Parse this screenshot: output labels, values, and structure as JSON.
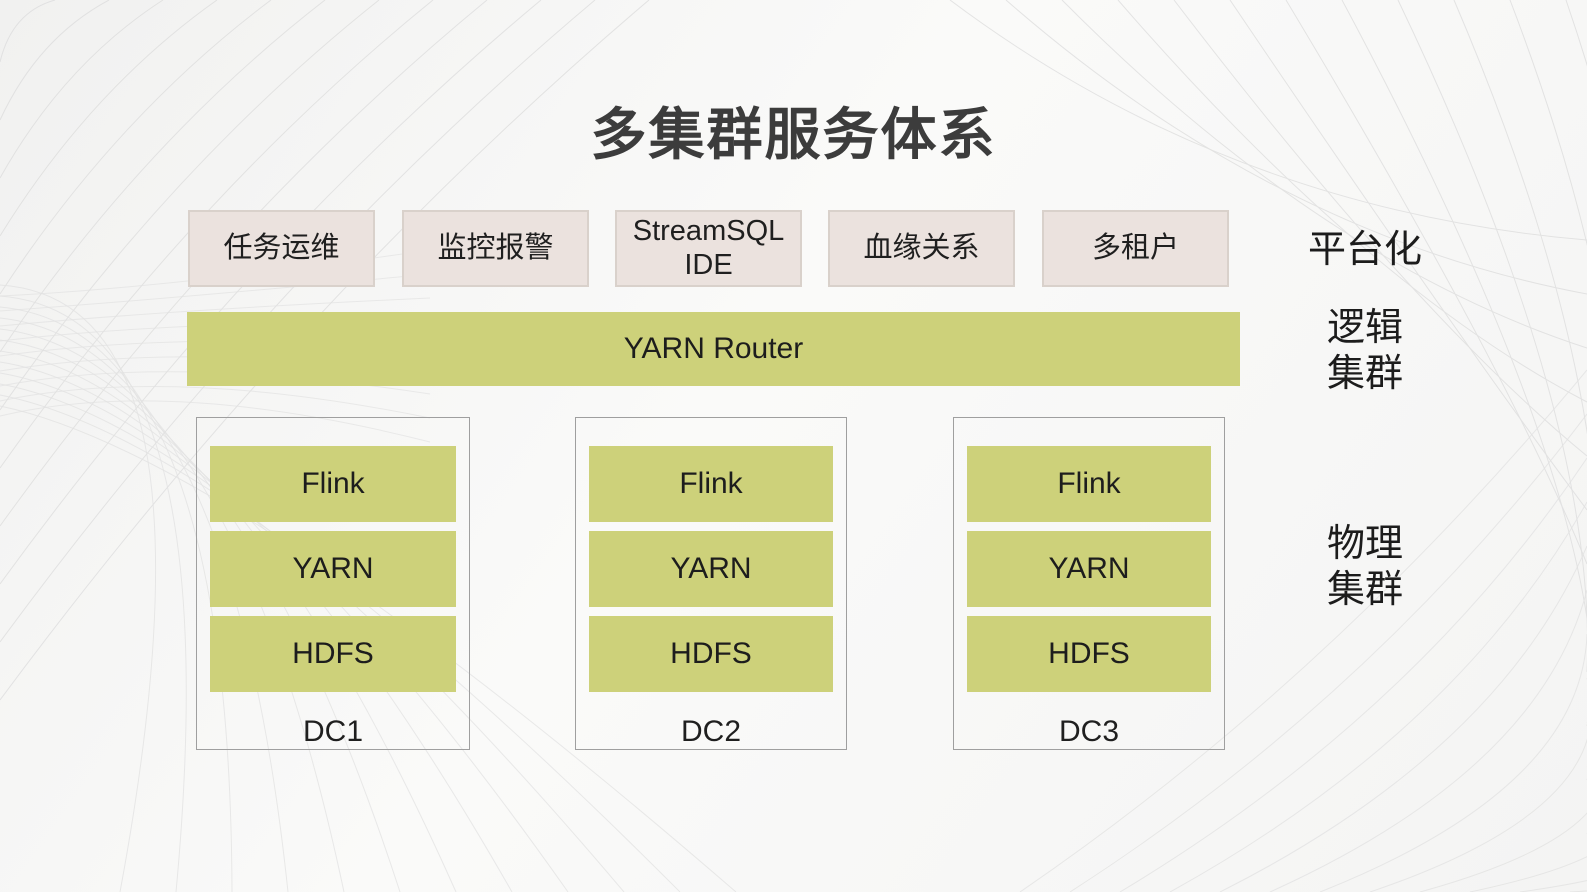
{
  "title": "多集群服务体系",
  "platform_layer": {
    "boxes": [
      {
        "label": "任务运维"
      },
      {
        "label": "监控报警"
      },
      {
        "label": "StreamSQL IDE"
      },
      {
        "label": "血缘关系"
      },
      {
        "label": "多租户"
      }
    ],
    "side_label": "平台化"
  },
  "logical_layer": {
    "bar_label": "YARN Router",
    "side_label_lines": [
      "逻辑",
      "集群"
    ]
  },
  "physical_layer": {
    "clusters": [
      {
        "name": "DC1",
        "components": [
          "Flink",
          "YARN",
          "HDFS"
        ]
      },
      {
        "name": "DC2",
        "components": [
          "Flink",
          "YARN",
          "HDFS"
        ]
      },
      {
        "name": "DC3",
        "components": [
          "Flink",
          "YARN",
          "HDFS"
        ]
      }
    ],
    "side_label_lines": [
      "物理",
      "集群"
    ]
  },
  "colors": {
    "accent_olive": "#cdd17a",
    "accent_pink": "#ebe2de",
    "pink_border": "#d9d1cb",
    "container_border": "#9f9f9f",
    "title_text": "#3c3c3c",
    "body_text": "#1f1f1f",
    "background": "#f6f6f5"
  }
}
